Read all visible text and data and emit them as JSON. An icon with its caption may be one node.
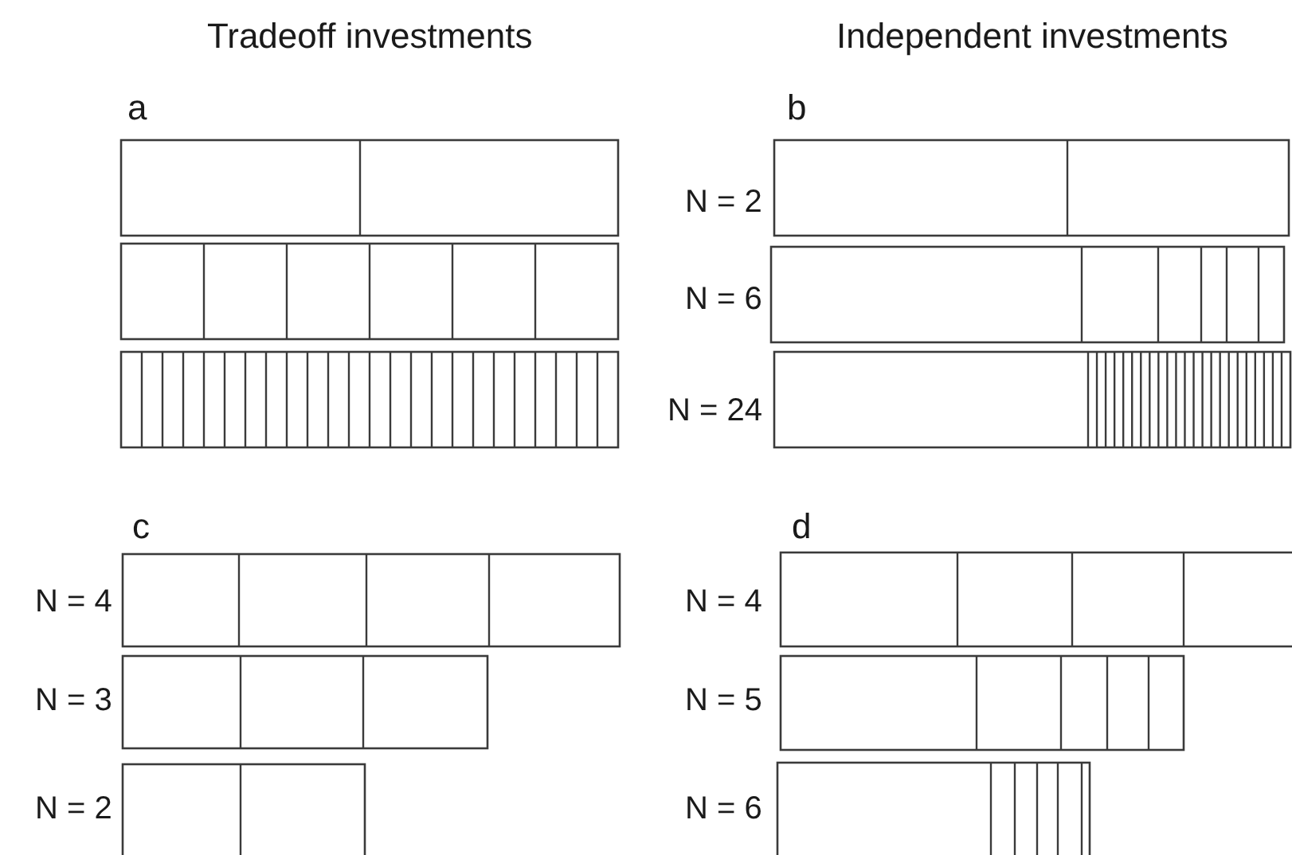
{
  "diagram": {
    "labels": [
      "Tradeoff investments",
      "Independent investments",
      "a",
      "b",
      "N = 2",
      "N = 6",
      "N = 24",
      "c",
      "d",
      "N = 4",
      "N = 4",
      "N = 3",
      "N = 5",
      "N = 2",
      "N = 6"
    ]
  }
}
